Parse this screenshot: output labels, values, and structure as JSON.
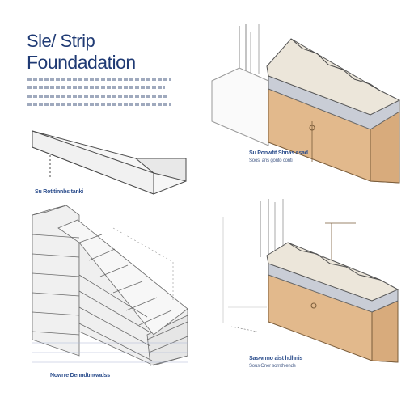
{
  "title": {
    "line1": "Sle/ Strip",
    "line2": "Foundadation"
  },
  "labels": {
    "beam_caption": "Su Rotitinnbs tanki",
    "top_right_caption_1": "Su Ponwfit Shnas asad",
    "top_right_caption_2": "Soos, ans gonto conti",
    "brick_caption": "Nowrre Denndtmwadss",
    "bottom_right_caption_1": "Saswrmo aist hdhnis",
    "bottom_right_caption_2": "Sous Oner sornth ends"
  },
  "colors": {
    "title_blue": "#1f3a74",
    "soil_tan": "#e2b98c",
    "concrete_grey": "#c9cdd6",
    "step_cream": "#ece6da",
    "brick_light": "#eeeeee",
    "line_ink": "#4b4b4b"
  }
}
